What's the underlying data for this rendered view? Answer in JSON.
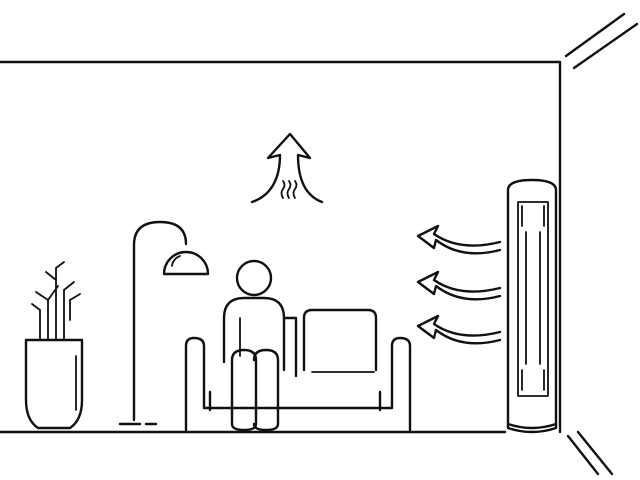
{
  "colors": {
    "line": "#111111",
    "background": "#ffffff"
  },
  "scene": {
    "icons": [
      "room-outline",
      "heat-rising-arrow",
      "floor-lamp",
      "potted-plant",
      "sofa",
      "seated-person",
      "floor-standing-air-conditioner",
      "airflow-arrows"
    ]
  }
}
